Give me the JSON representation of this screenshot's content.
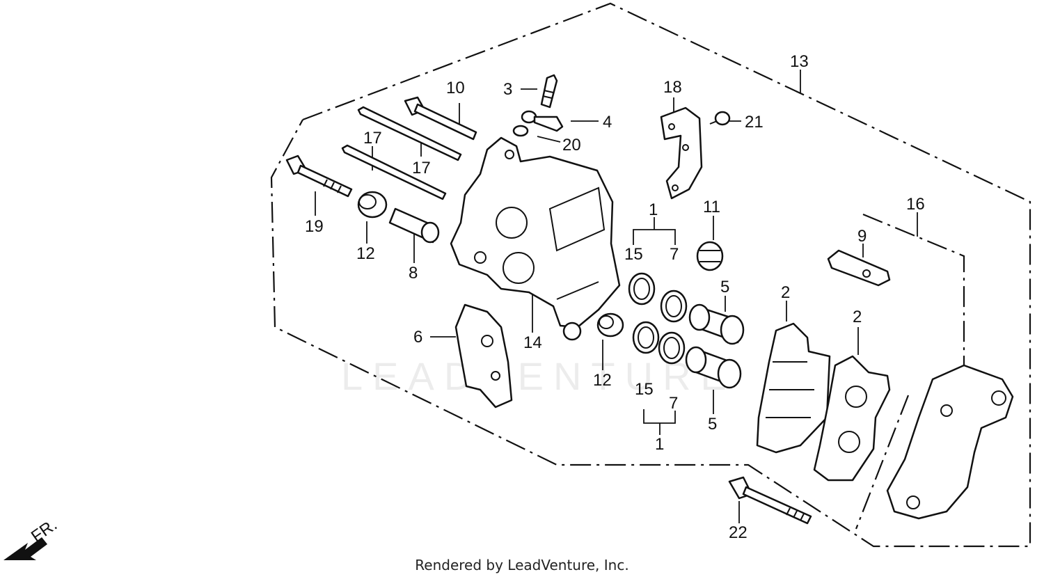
{
  "watermark_text": "LEADVENTURE",
  "footer": {
    "credit": "Rendered by LeadVenture, Inc."
  },
  "direction_label": "FR.",
  "callouts": {
    "c13": "13",
    "c16": "16",
    "c3": "3",
    "c10": "10",
    "c4": "4",
    "c20": "20",
    "c18": "18",
    "c21": "21",
    "c17a": "17",
    "c17b": "17",
    "c19": "19",
    "c12a": "12",
    "c8": "8",
    "c1a": "1",
    "c11": "11",
    "c15a": "15",
    "c7a": "7",
    "c9": "9",
    "c14": "14",
    "c6": "6",
    "c2a": "2",
    "c2b": "2",
    "c5a": "5",
    "c12b": "12",
    "c15b": "15",
    "c7b": "7",
    "c5b": "5",
    "c1b": "1",
    "c22": "22"
  }
}
